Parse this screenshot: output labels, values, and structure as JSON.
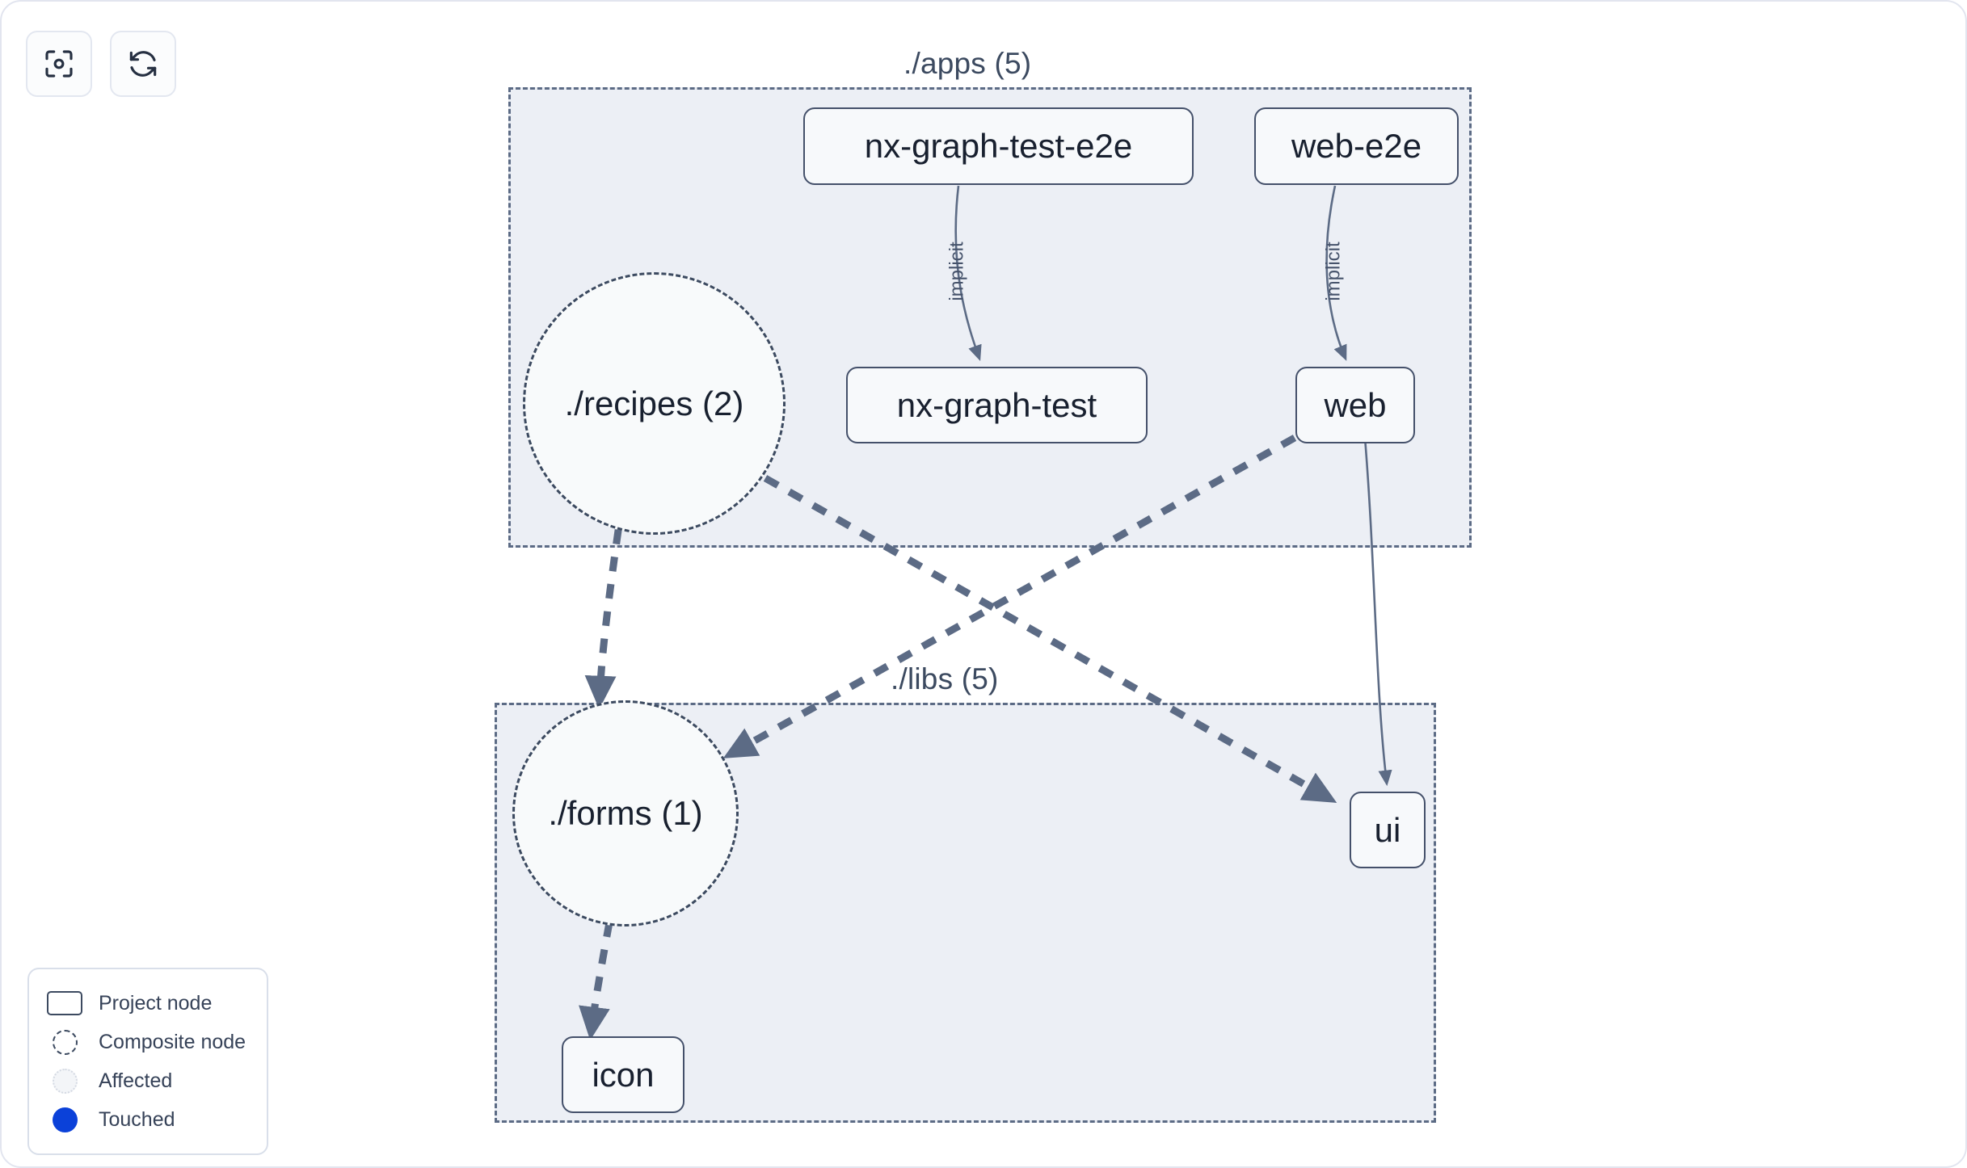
{
  "toolbar": {
    "buttons": [
      {
        "name": "focus-graph-button",
        "icon": "focus-target-icon",
        "label": ""
      },
      {
        "name": "refresh-graph-button",
        "icon": "refresh-icon",
        "label": ""
      }
    ]
  },
  "graph": {
    "groups": [
      {
        "id": "apps",
        "label": "./apps (5)"
      },
      {
        "id": "libs",
        "label": "./libs (5)"
      }
    ],
    "project_nodes": [
      {
        "id": "nx-graph-test-e2e",
        "label": "nx-graph-test-e2e"
      },
      {
        "id": "web-e2e",
        "label": "web-e2e"
      },
      {
        "id": "nx-graph-test",
        "label": "nx-graph-test"
      },
      {
        "id": "web",
        "label": "web"
      },
      {
        "id": "ui",
        "label": "ui"
      },
      {
        "id": "icon",
        "label": "icon"
      }
    ],
    "composite_nodes": [
      {
        "id": "recipes",
        "label": "./recipes (2)"
      },
      {
        "id": "forms",
        "label": "./forms (1)"
      }
    ],
    "edge_labels": [
      {
        "id": "implicit-1",
        "label": "implicit"
      },
      {
        "id": "implicit-2",
        "label": "implicit"
      }
    ]
  },
  "legend": {
    "items": [
      {
        "swatch": "project-node-swatch",
        "label": "Project node"
      },
      {
        "swatch": "composite-node-swatch",
        "label": "Composite node"
      },
      {
        "swatch": "affected-swatch",
        "label": "Affected"
      },
      {
        "swatch": "touched-swatch",
        "label": "Touched"
      }
    ]
  },
  "colors": {
    "group_fill": "#eceff5",
    "group_border": "#5c6b85",
    "node_fill": "#f7f9fb",
    "node_border": "#44506a",
    "edge": "#5c6b85",
    "text": "#18202f",
    "touched": "#0b41d9",
    "panel_border": "#e2e5ef"
  }
}
